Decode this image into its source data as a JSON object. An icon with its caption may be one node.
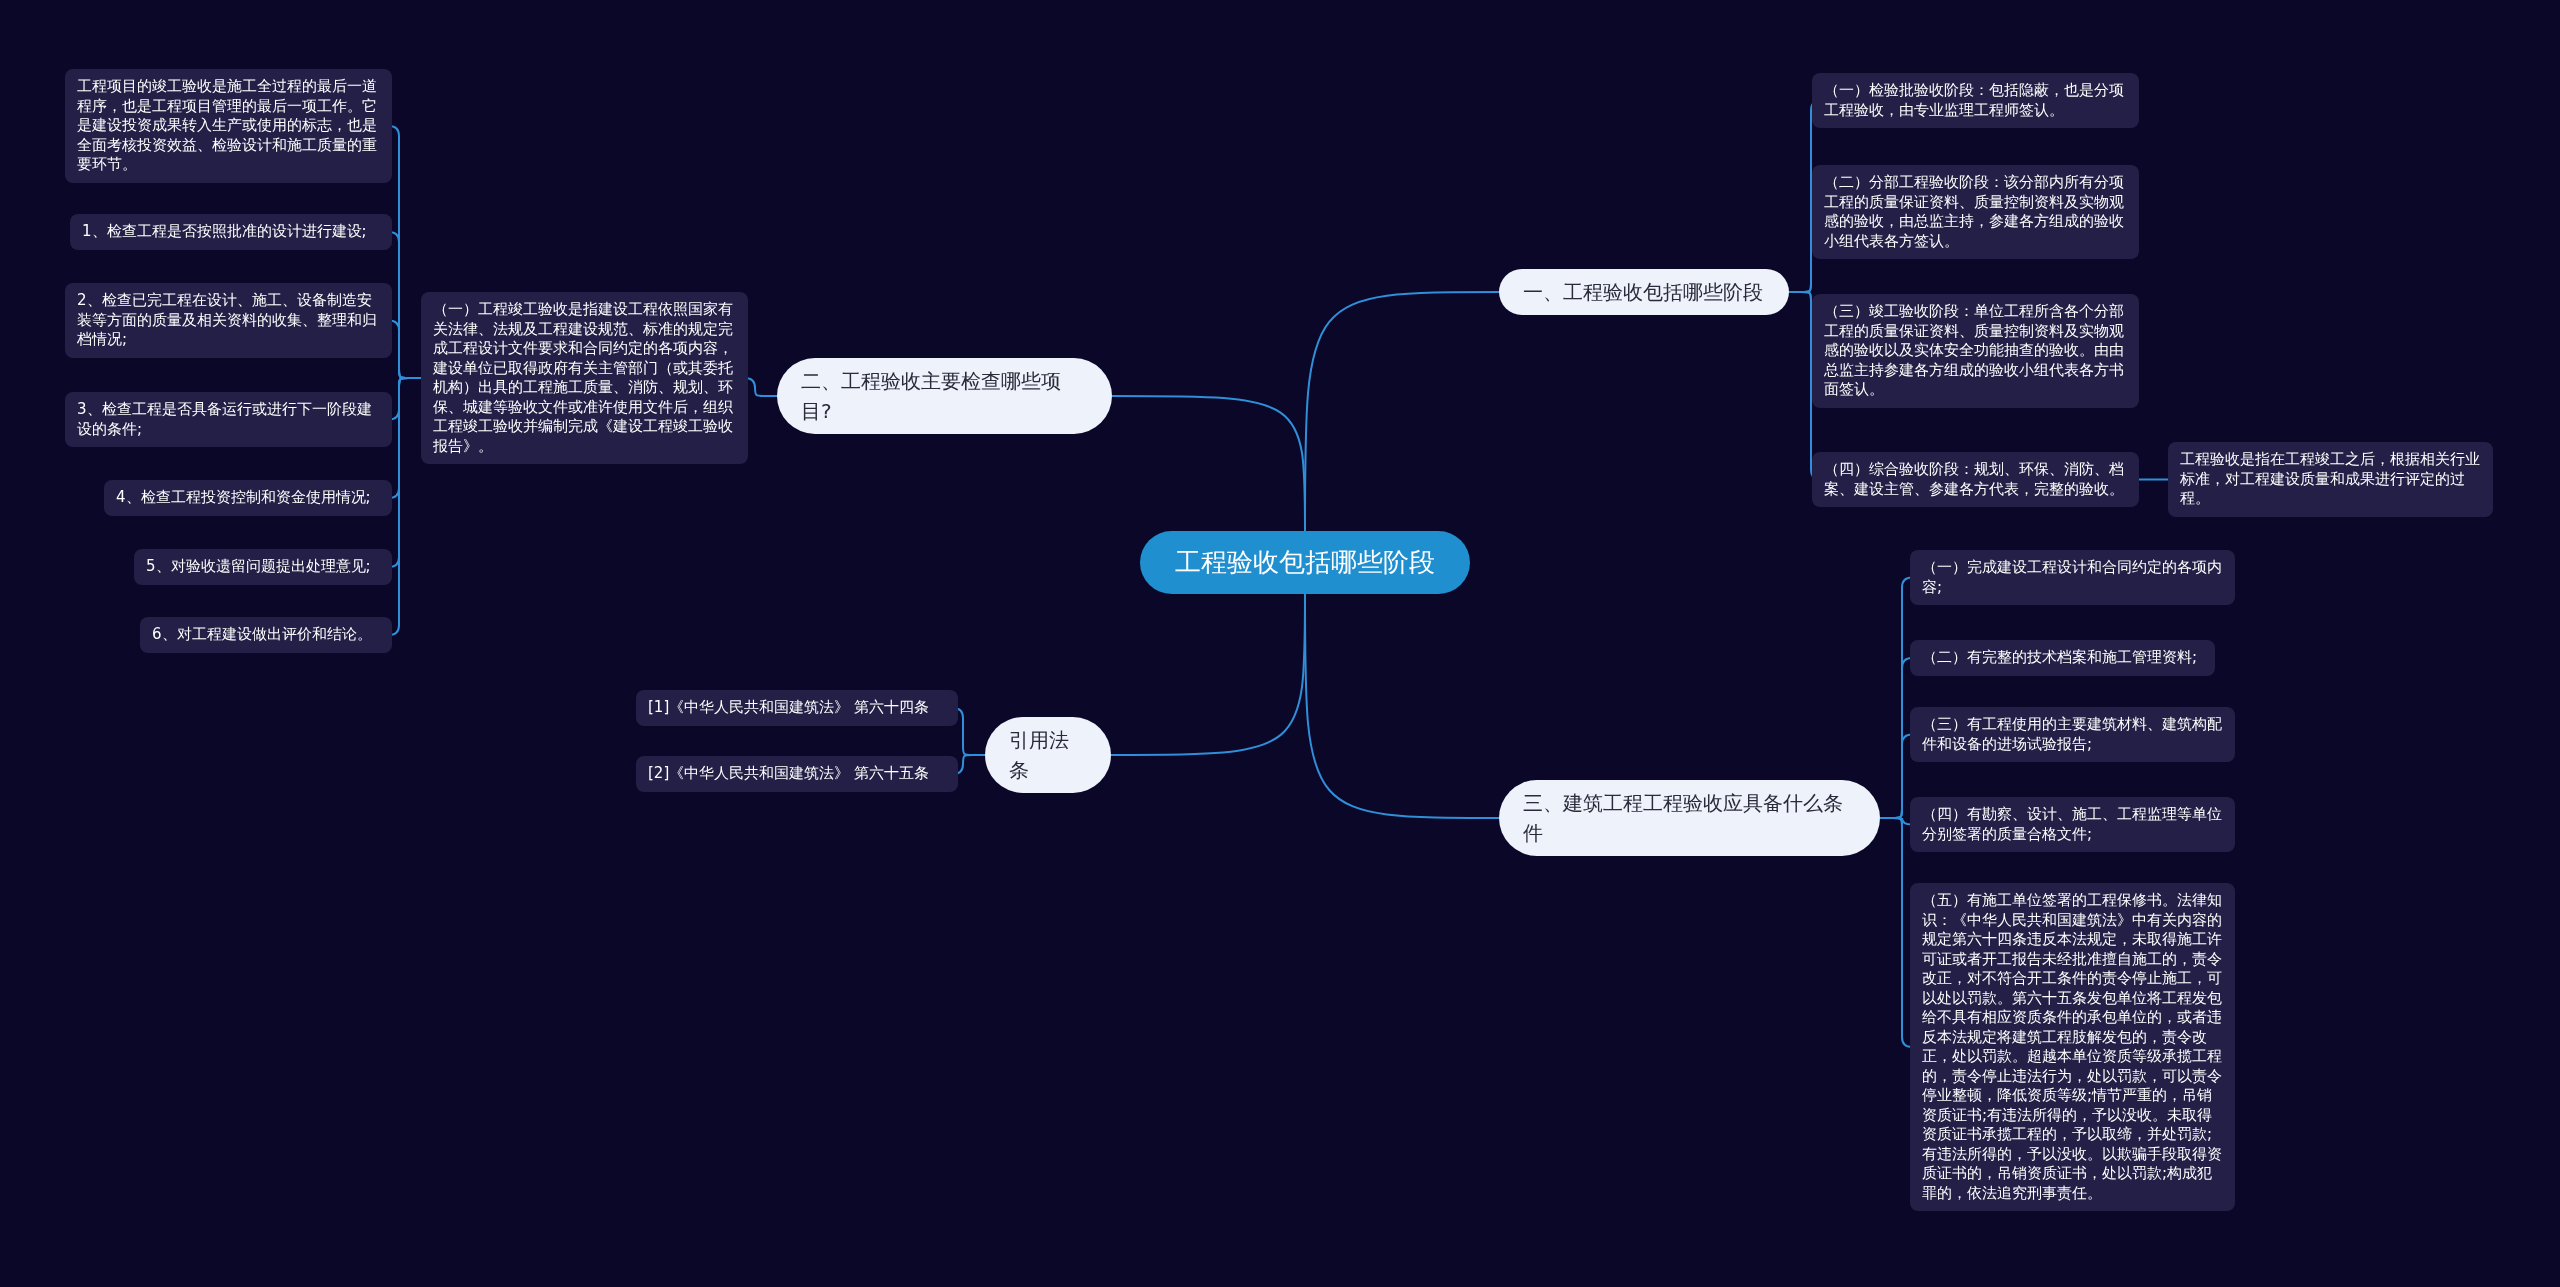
{
  "diagram": {
    "nodes": [
      {
        "text": [
          "工程验收包括哪些阶段"
        ]
      },
      {
        "text": [
          "一、工程验收包括哪些阶段"
        ]
      },
      {
        "text": [
          "（一）检验批验收阶段：包括隐蔽，也是分项工程验收，由专业监理工程师签认。"
        ]
      },
      {
        "text": [
          "（二）分部工程验收阶段：该分部内所有分项工程的质量保证资料、质量控制资料及实物观感的验收，由总监主持，参建各方组成的验收小组代表各方签认。"
        ]
      },
      {
        "text": [
          "（三）竣工验收阶段：单位工程所含各个分部工程的质量保证资料、质量控制资料及实物观感的验收以及实体安全功能抽查的验收。由由总监主持参建各方组成的验收小组代表各方书面签认。"
        ]
      },
      {
        "text": [
          "（四）综合验收阶段：规划、环保、消防、档案、建设主管、参建各方代表，完整的验收。"
        ]
      },
      {
        "text": [
          "工程验收是指在工程竣工之后，根据相关行业标准，对工程建设质量和成果进行评定的过程。"
        ]
      },
      {
        "text": [
          "二、工程验收主要检查哪些项目?"
        ]
      },
      {
        "text": [
          "（一）工程竣工验收是指建设工程依照国家有关法律、法规及工程建设规范、标准的规定完成工程设计文件要求和合同约定的各项内容，建设单位已取得政府有关主管部门（或其委托机构）出具的工程施工质量、消防、规划、环保、城建等验收文件或准许使用文件后，组织工程竣工验收并编制完成《建设工程竣工验收报告》。"
        ]
      },
      {
        "text": [
          "工程项目的竣工验收是施工全过程的最后一道程序，也是工程项目管理的最后一项工作。它是建设投资成果转入生产或使用的标志，也是全面考核投资效益、检验设计和施工质量的重要环节。"
        ]
      },
      {
        "text": [
          "1、检查工程是否按照批准的设计进行建设;"
        ]
      },
      {
        "text": [
          "2、检查已完工程在设计、施工、设备制造安装等方面的质量及相关资料的收集、整理和归档情况;"
        ]
      },
      {
        "text": [
          "3、检查工程是否具备运行或进行下一阶段建设的条件;"
        ]
      },
      {
        "text": [
          "4、检查工程投资控制和资金使用情况;"
        ]
      },
      {
        "text": [
          "5、对验收遗留问题提出处理意见;"
        ]
      },
      {
        "text": [
          "6、对工程建设做出评价和结论。"
        ]
      },
      {
        "text": [
          "引用法条"
        ]
      },
      {
        "text": [
          "[1]《中华人民共和国建筑法》 第六十四条"
        ]
      },
      {
        "text": [
          "[2]《中华人民共和国建筑法》 第六十五条"
        ]
      },
      {
        "text": [
          "三、建筑工程工程验收应具备什么条件"
        ]
      },
      {
        "text": [
          "（一）完成建设工程设计和合同约定的各项内容;"
        ]
      },
      {
        "text": [
          "（二）有完整的技术档案和施工管理资料;"
        ]
      },
      {
        "text": [
          "（三）有工程使用的主要建筑材料、建筑构配件和设备的进场试验报告;"
        ]
      },
      {
        "text": [
          "（四）有勘察、设计、施工、工程监理等单位分别签署的质量合格文件;"
        ]
      },
      {
        "text": [
          "（五）有施工单位签署的工程保修书。法律知识：《中华人民共和国建筑法》中有关内容的规定第六十四条违反本法规定，未取得施工许可证或者开工报告未经批准擅自施工的，责令改正，对不符合开工条件的责令停止施工，可以处以罚款。第六十五条发包单位将工程发包给不具有相应资质条件的承包单位的，或者违反本法规定将建筑工程肢解发包的，责令改正，处以罚款。超越本单位资质等级承揽工程的，责令停止违法行为，处以罚款，可以责令停业整顿，降低资质等级;情节严重的，吊销资质证书;有违法所得的，予以没收。未取得资质证书承揽工程的，予以取缔，并处罚款;有违法所得的，予以没收。以欺骗手段取得资质证书的，吊销资质证书，处以罚款;构成犯罪的，依法追究刑事责任。"
        ]
      }
    ],
    "edges": [
      {
        "from": 0,
        "to": 1,
        "arrow": "none"
      },
      {
        "from": 1,
        "to": 2,
        "arrow": "none"
      },
      {
        "from": 1,
        "to": 3,
        "arrow": "none"
      },
      {
        "from": 1,
        "to": 4,
        "arrow": "none"
      },
      {
        "from": 1,
        "to": 5,
        "arrow": "none"
      },
      {
        "from": 5,
        "to": 6,
        "arrow": "none"
      },
      {
        "from": 0,
        "to": 7,
        "arrow": "none"
      },
      {
        "from": 7,
        "to": 8,
        "arrow": "none"
      },
      {
        "from": 8,
        "to": 9,
        "arrow": "none"
      },
      {
        "from": 8,
        "to": 10,
        "arrow": "none"
      },
      {
        "from": 8,
        "to": 11,
        "arrow": "none"
      },
      {
        "from": 8,
        "to": 12,
        "arrow": "none"
      },
      {
        "from": 8,
        "to": 13,
        "arrow": "none"
      },
      {
        "from": 8,
        "to": 14,
        "arrow": "none"
      },
      {
        "from": 8,
        "to": 15,
        "arrow": "none"
      },
      {
        "from": 0,
        "to": 16,
        "arrow": "none"
      },
      {
        "from": 16,
        "to": 17,
        "arrow": "none"
      },
      {
        "from": 16,
        "to": 18,
        "arrow": "none"
      },
      {
        "from": 0,
        "to": 19,
        "arrow": "none"
      },
      {
        "from": 19,
        "to": 20,
        "arrow": "none"
      },
      {
        "from": 19,
        "to": 21,
        "arrow": "none"
      },
      {
        "from": 19,
        "to": 22,
        "arrow": "none"
      },
      {
        "from": 19,
        "to": 23,
        "arrow": "none"
      },
      {
        "from": 19,
        "to": 24,
        "arrow": "none"
      }
    ]
  }
}
